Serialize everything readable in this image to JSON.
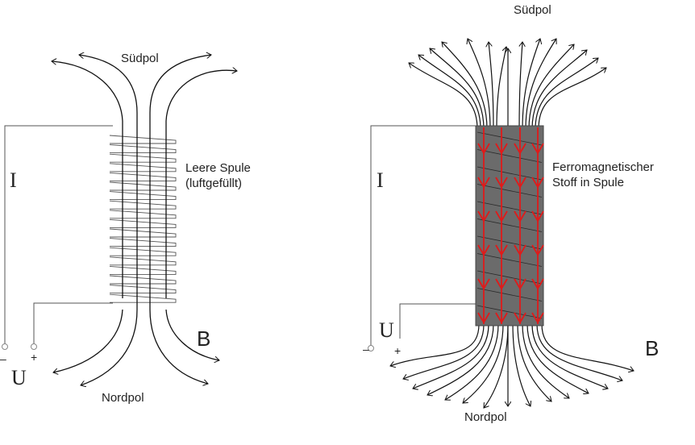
{
  "left_panel": {
    "south_pole_label": "Südpol",
    "north_pole_label": "Nordpol",
    "coil_label_line1": "Leere Spule",
    "coil_label_line2": "(luftgefüllt)",
    "current_symbol": "I",
    "voltage_symbol": "U",
    "field_symbol": "B",
    "minus_sign": "–",
    "plus_sign": "+"
  },
  "right_panel": {
    "south_pole_label": "Südpol",
    "north_pole_label": "Nordpol",
    "core_label_line1": "Ferromagnetischer",
    "core_label_line2": "Stoff in Spule",
    "current_symbol": "I",
    "voltage_symbol": "U",
    "field_symbol": "B",
    "minus_sign": "–",
    "plus_sign": "+"
  },
  "colors": {
    "field_line": "#111111",
    "wire": "#555555",
    "core_fill": "#6b6b6b",
    "core_arrow": "#e01a1a"
  }
}
